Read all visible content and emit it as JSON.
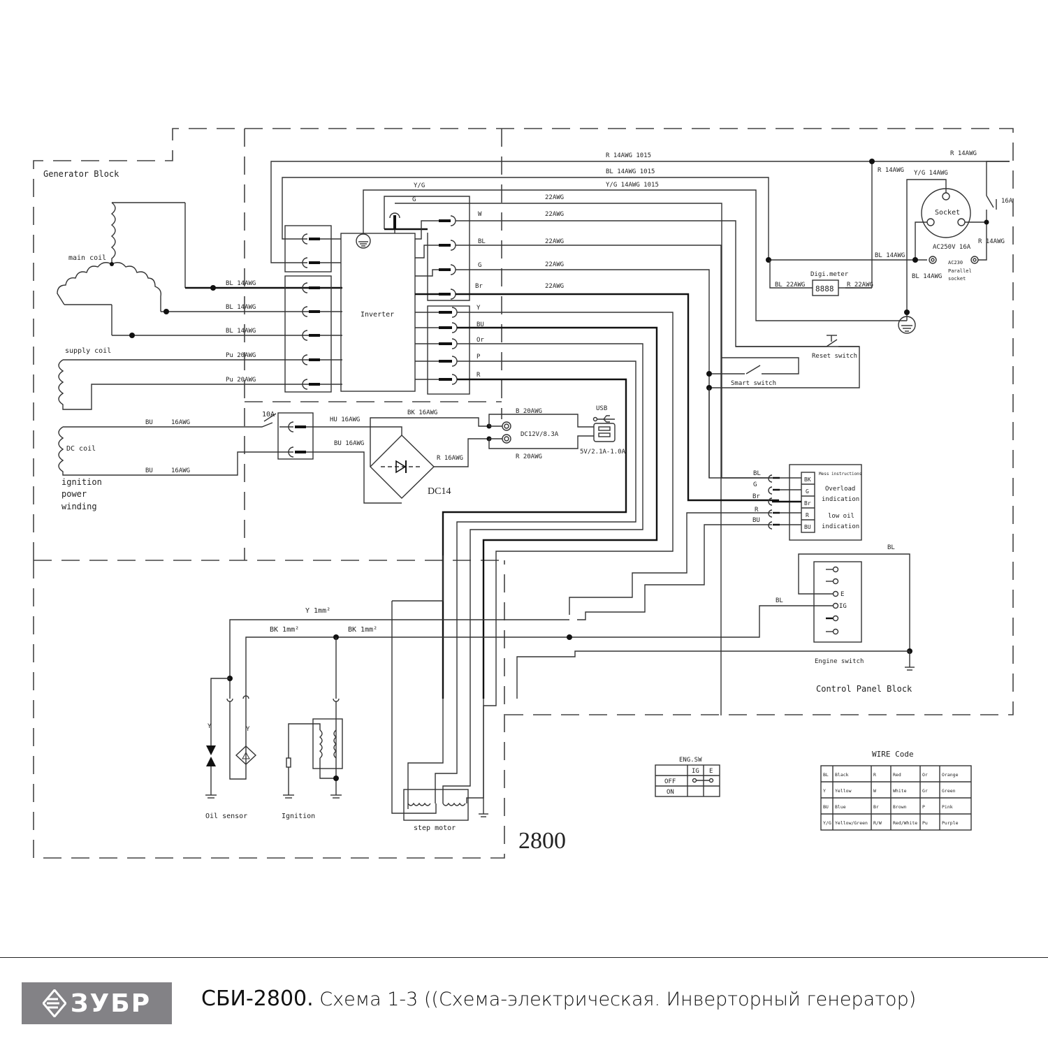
{
  "blocks": {
    "generator": "Generator Block",
    "control_panel": "Control Panel Block"
  },
  "model_number": "2800",
  "components": {
    "main_coil": "main coil",
    "supply_coil": "supply coil",
    "dc_coil": "DC coil",
    "ignition_power_winding": [
      "ignition",
      "power",
      "winding"
    ],
    "inverter": "Inverter",
    "rectifier": "DC14",
    "breaker_10a": "10A",
    "breaker_16a": "16A",
    "socket": "Socket",
    "socket_rating": "AC250V 16A",
    "parallel_socket": [
      "AC230",
      "Parallel",
      "socket"
    ],
    "digimeter": "Digi.meter",
    "dc_output": "DC12V/8.3A",
    "usb": "USB",
    "usb_rating": "5V/2.1A-1.0A",
    "reset_switch": "Reset switch",
    "smart_switch": "Smart switch",
    "indicator_panel": {
      "pins": [
        "BK",
        "G",
        "Br",
        "R",
        "BU"
      ],
      "labels": [
        "Mess instructions",
        "Overload",
        "indication",
        "low oil",
        "indication"
      ]
    },
    "engine_switch": "Engine switch",
    "engine_switch_pins": [
      "E",
      "IG"
    ],
    "oil_sensor": "Oil sensor",
    "ignition": "Ignition",
    "step_motor": "step motor"
  },
  "wire_labels": {
    "r14_1015": "R  14AWG  1015",
    "bl14_1015": "BL  14AWG  1015",
    "yg14_1015": "Y/G 14AWG  1015",
    "awg22": "22AWG",
    "yg": "Y/G",
    "g": "G",
    "right_pins": [
      "W",
      "BL",
      "G",
      "Br"
    ],
    "lower_pins": [
      "Y",
      "BU",
      "Or",
      "P",
      "R"
    ],
    "bl14": "BL 14AWG",
    "pu20": "Pu 20AWG",
    "bu16": "BU",
    "awg16": "16AWG",
    "hu16": "HU  16AWG",
    "bu16b": "BU  16AWG",
    "bk16": "BK    16AWG",
    "r16": "R   16AWG",
    "b20": "B 20AWG",
    "r20": "R 20AWG",
    "r14": "R  14AWG",
    "yg14": "Y/G  14AWG",
    "bl14b": "BL  14AWG",
    "bl22": "BL 22AWG",
    "r22": "R 22AWG",
    "bl": "BL",
    "y1": "Y 1mm²",
    "bk1": "BK 1mm²",
    "bk1b": "BK  1mm²",
    "y": "Y",
    "ind_wires": [
      "BL",
      "G",
      "Br",
      "R",
      "BU"
    ]
  },
  "eng_sw_table": {
    "title": "ENG.SW",
    "header": [
      "",
      "IG",
      "E"
    ],
    "rows": [
      "OFF",
      "ON"
    ]
  },
  "wire_code": {
    "title": "WIRE Code",
    "rows": [
      [
        "BL",
        "Black",
        "R",
        "Red",
        "Or",
        "Orange"
      ],
      [
        "Y",
        "Yellow",
        "W",
        "White",
        "Gr",
        "Green"
      ],
      [
        "BU",
        "Blue",
        "Br",
        "Brown",
        "P",
        "Pink"
      ],
      [
        "Y/G",
        "Yellow/Green",
        "R/W",
        "Red/White",
        "Pu",
        "Purple"
      ]
    ]
  },
  "footer": {
    "brand": "ЗУБР",
    "model": "СБИ-2800.",
    "description": " Схема 1-3 ((Схема-электрическая. Инверторный генератор)"
  }
}
